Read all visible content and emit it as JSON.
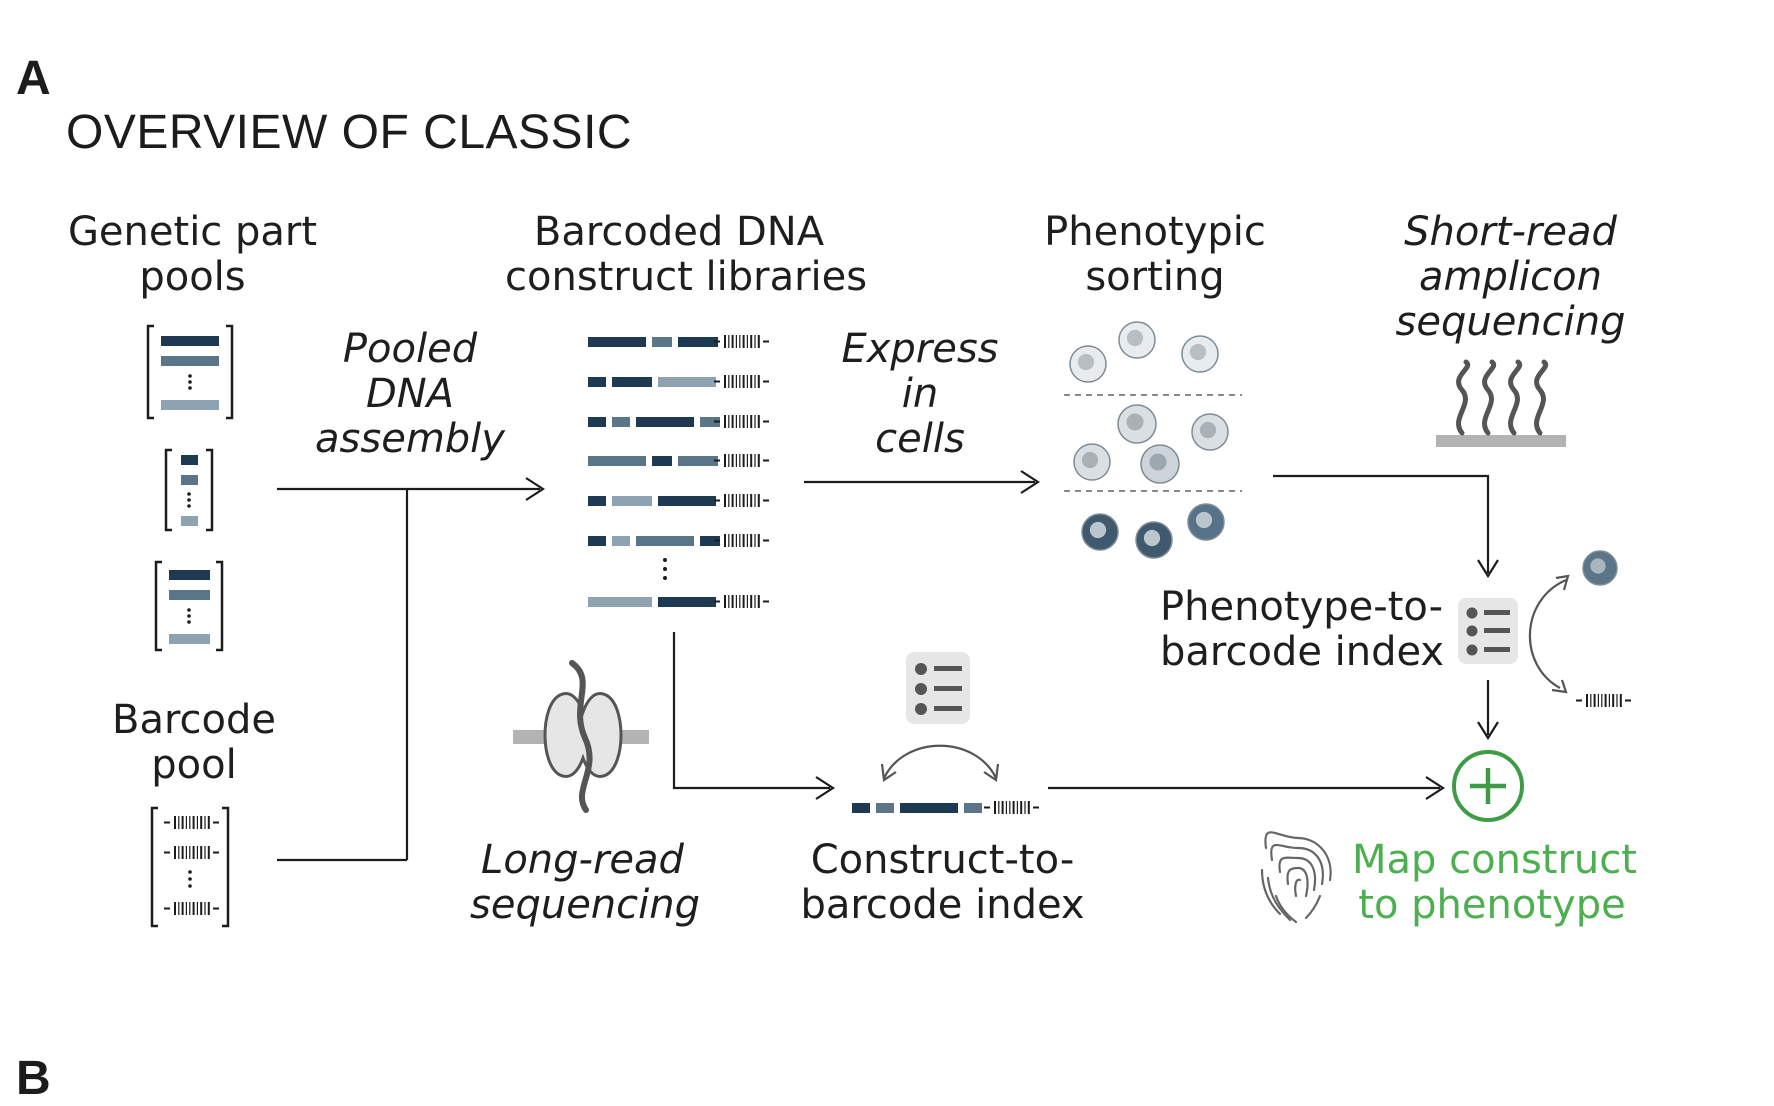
{
  "panel": {
    "letter": "A",
    "title": "OVERVIEW OF CLASSIC",
    "next_letter": "B"
  },
  "labels": {
    "genetic_part_pools": [
      "Genetic part",
      "pools"
    ],
    "barcode_pool": [
      "Barcode",
      "pool"
    ],
    "pooled_dna_assembly": [
      "Pooled",
      "DNA",
      "assembly"
    ],
    "barcoded_libraries": [
      "Barcoded DNA",
      "construct libraries"
    ],
    "express_in_cells": [
      "Express",
      "in",
      "cells"
    ],
    "phenotypic_sorting": [
      "Phenotypic",
      "sorting"
    ],
    "short_read": [
      "Short-read",
      "amplicon",
      "sequencing"
    ],
    "phenotype_index": [
      "Phenotype-to-",
      "barcode index"
    ],
    "long_read": [
      "Long-read",
      "sequencing"
    ],
    "construct_index": [
      "Construct-to-",
      "barcode index"
    ],
    "map_construct": [
      "Map construct",
      "to phenotype"
    ]
  },
  "icons": [
    "bracket-pool-icon",
    "barcode-icon",
    "cell-icon",
    "sequencer-icon",
    "nanopore-icon",
    "list-icon",
    "fingerprint-icon",
    "plus-circle-icon",
    "arrow-icon"
  ],
  "colors": {
    "navy": "#1e3a52",
    "slate": "#5a7488",
    "steel": "#8ea3b2",
    "accent_green": "#4caf50",
    "line": "#1c1c1c",
    "cell_light": "#dadfe3",
    "cell_dark": "#3f5a6e",
    "gray": "#b3b3b3"
  }
}
